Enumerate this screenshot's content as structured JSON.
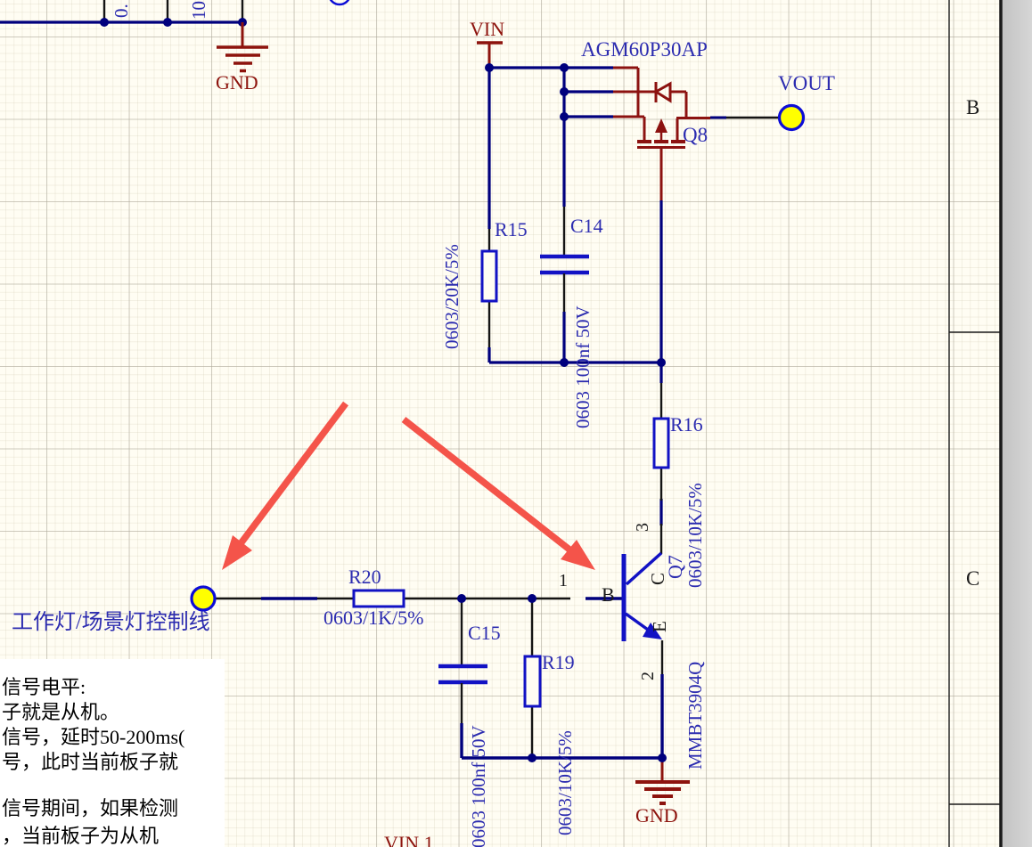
{
  "colors": {
    "wire_blue": "#00007d",
    "symbol_blue": "#1212c4",
    "label_blue": "#2c2cb0",
    "power_dark_red": "#8d130d",
    "port_fill_yellow": "#ffff00",
    "port_ring_blue": "#0d0dd6",
    "annotation_arrow_salmon": "#f4544a",
    "sheet_background": "#fffdf3",
    "desktop_gray": "#cccccc",
    "note_text_black": "#000000"
  },
  "sheet": {
    "zone_row_b": "B",
    "zone_row_c": "C"
  },
  "power_ports": {
    "vin": "VIN",
    "gnd_top": "GND",
    "gnd_bottom": "GND",
    "vin_1": "VIN 1"
  },
  "ports": {
    "vout": "VOUT",
    "control_line": "工作灯/场景灯控制线"
  },
  "components": {
    "q8": {
      "designator": "Q8",
      "part": "AGM60P30AP"
    },
    "q7": {
      "designator": "Q7",
      "part": "MMBT3904Q",
      "pin_names": {
        "b": "B",
        "c": "C",
        "e": "E"
      },
      "pin_numbers": {
        "base": "1",
        "emitter": "2",
        "collector": "3"
      }
    },
    "r15": {
      "designator": "R15",
      "value": "0603/20K/5%"
    },
    "c14": {
      "designator": "C14",
      "value": "0603 100nf 50V"
    },
    "r16": {
      "designator": "R16",
      "value": "0603/10K/5%"
    },
    "r20": {
      "designator": "R20",
      "value": "0603/1K/5%"
    },
    "c15": {
      "designator": "C15",
      "value": "0603 100nf 50V"
    },
    "r19": {
      "designator": "R19",
      "value": "0603/10K/5%"
    }
  },
  "clipped_fragments": {
    "top_left_value_1": "0.",
    "top_left_value_2": "10"
  },
  "annotation_note": {
    "lines": [
      "信号电平:",
      "子就是从机。",
      "信号，延时50-200ms(",
      "号，此时当前板子就",
      "信号期间，如果检测",
      "，当前板子为从机"
    ]
  }
}
